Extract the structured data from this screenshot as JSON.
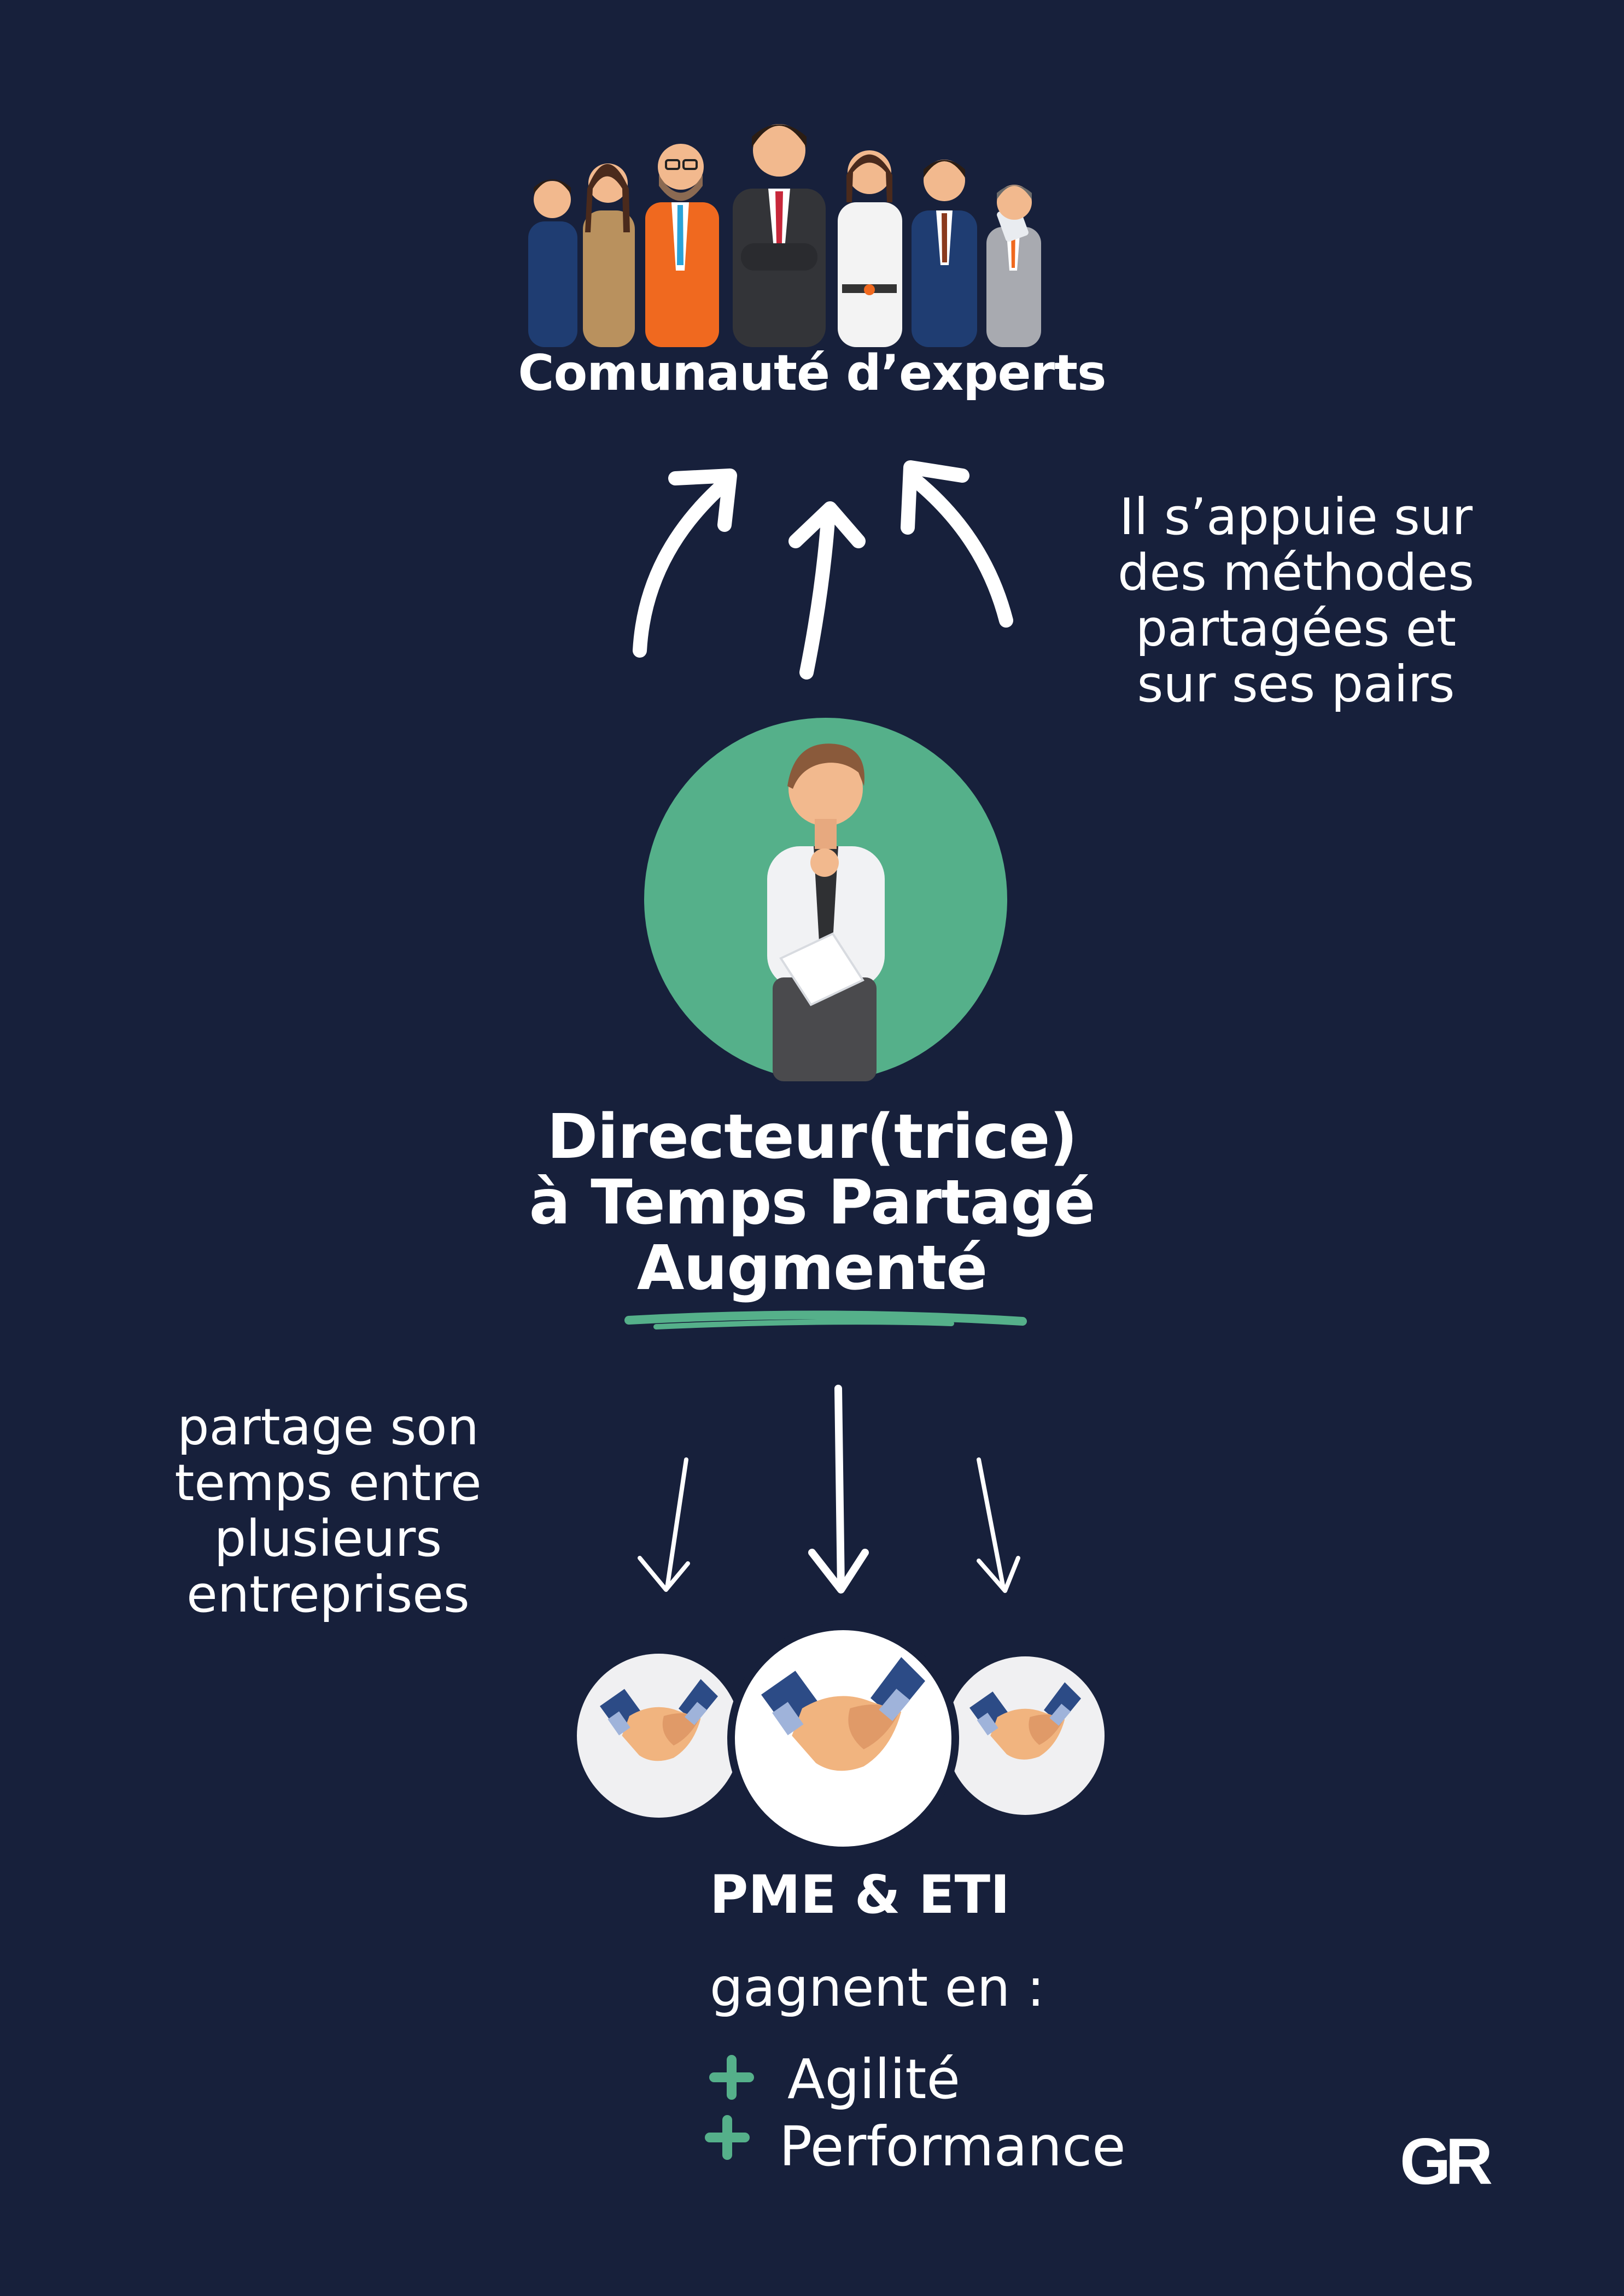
{
  "community": {
    "title": "Comunauté d’experts"
  },
  "peers_note": {
    "lines": [
      "Il s’appuie sur",
      "des méthodes",
      "partagées et",
      "sur ses pairs"
    ]
  },
  "director": {
    "line1": "Directeur(trice)",
    "line2": "à Temps Partagé",
    "line3": "Augmenté"
  },
  "time_note": {
    "lines": [
      "partage son",
      "temps entre",
      "plusieurs",
      "entreprises"
    ]
  },
  "companies": {
    "title": "PME & ETI",
    "subtitle": "gagnent en :",
    "benefits": [
      "Agilité",
      "Performance"
    ]
  },
  "logo": {
    "text": "GR"
  },
  "colors": {
    "background": "#17203b",
    "accent_green": "#55b08a",
    "text": "#ffffff"
  }
}
